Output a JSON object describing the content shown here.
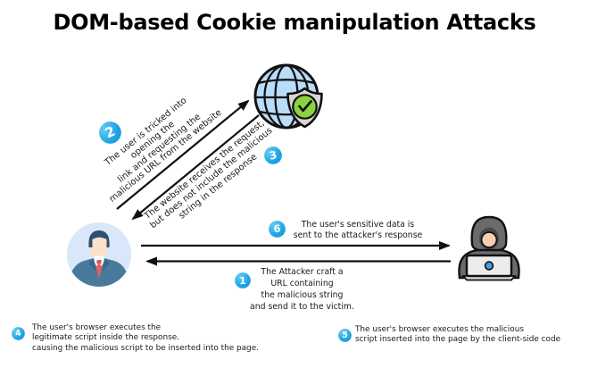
{
  "title": "DOM-based Cookie manipulation Attacks",
  "steps": {
    "step1": {
      "badge": "1",
      "text": "The Attacker craft a\nURL containing\nthe malicious string\nand send it to the victim."
    },
    "step2": {
      "badge": "2",
      "text": "The user is tricked into\nopening the\nlink and requesting the\nmalicious URL from the website"
    },
    "step3": {
      "badge": "3",
      "text": "The website receives the request,\nbut does not include the malicious\nstring in the response"
    },
    "step4": {
      "badge": "4",
      "text": "The user's browser executes the\nlegitimate script inside the response.\ncausing the malicious script to be inserted into the page."
    },
    "step5": {
      "badge": "5",
      "text": "The user's browser executes the malicious\nscript inserted into the page by the client-side code"
    },
    "step6": {
      "badge": "6",
      "text": "The user's sensitive data is\nsent to the attacker's response"
    }
  },
  "icons": {
    "website": "globe-with-shield-check-icon",
    "user": "businessman-avatar-icon",
    "attacker": "hooded-hacker-laptop-icon"
  },
  "colors": {
    "badge_blue": "#1CA4E4",
    "globe_blue": "#B9DCF8",
    "check_green": "#8BD33E",
    "shield_gray": "#D8D7D4",
    "avatar_bg": "#D8E8FA",
    "suit_blue": "#49799B",
    "tie_red": "#E25F66",
    "hoodie_gray": "#6B6B6B",
    "laptop_dot_blue": "#3FA0EA",
    "arrow_black": "#111111"
  }
}
